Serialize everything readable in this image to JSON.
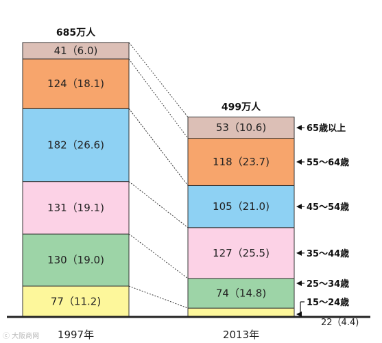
{
  "chart_data": {
    "type": "bar",
    "stacked": true,
    "categories": [
      "1997年",
      "2013年"
    ],
    "totals": [
      "685万人",
      "499万人"
    ],
    "age_groups": [
      "15〜24歳",
      "25〜34歳",
      "35〜44歳",
      "45〜54歳",
      "55〜64歳",
      "65歳以上"
    ],
    "colors": [
      "#fdf79b",
      "#9dd4a7",
      "#fcd2e6",
      "#8ed1f3",
      "#f7a56c",
      "#dcbfb6"
    ],
    "series": [
      {
        "values": [
          77,
          130,
          131,
          182,
          124,
          41
        ],
        "shares": [
          11.2,
          19.0,
          19.1,
          26.6,
          18.1,
          6.0
        ],
        "labels": [
          "77（11.2)",
          "130（19.0)",
          "131（19.1)",
          "182（26.6)",
          "124（18.1)",
          "41（6.0)"
        ]
      },
      {
        "values": [
          22,
          74,
          127,
          105,
          118,
          53
        ],
        "shares": [
          4.4,
          14.8,
          25.5,
          21.0,
          23.7,
          10.6
        ],
        "labels": [
          "",
          "74（14.8)",
          "127（25.5)",
          "105（21.0)",
          "118（23.7)",
          "53（10.6)"
        ]
      }
    ],
    "outside_label": "22（4.4)"
  },
  "watermark": "ⓒ 大阪商网"
}
